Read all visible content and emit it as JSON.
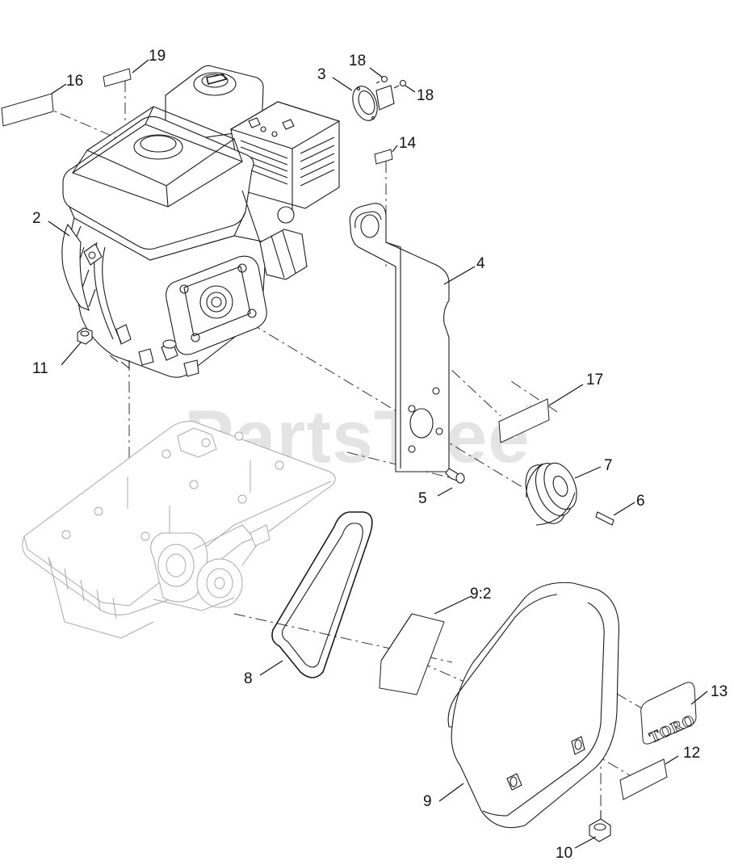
{
  "watermark": {
    "text": "PartsTree",
    "mark": "™"
  },
  "decal_13_text": "TORO",
  "callouts": [
    {
      "id": "c1",
      "text": "19"
    },
    {
      "id": "c2",
      "text": "16"
    },
    {
      "id": "c3",
      "text": "18"
    },
    {
      "id": "c4",
      "text": "3"
    },
    {
      "id": "c5",
      "text": "18"
    },
    {
      "id": "c6",
      "text": "14"
    },
    {
      "id": "c7",
      "text": "2"
    },
    {
      "id": "c8",
      "text": "4"
    },
    {
      "id": "c9",
      "text": "11"
    },
    {
      "id": "c10",
      "text": "17"
    },
    {
      "id": "c11",
      "text": "7"
    },
    {
      "id": "c12",
      "text": "5"
    },
    {
      "id": "c13",
      "text": "6"
    },
    {
      "id": "c14",
      "text": "9:2"
    },
    {
      "id": "c15",
      "text": "8"
    },
    {
      "id": "c16",
      "text": "13"
    },
    {
      "id": "c17",
      "text": "12"
    },
    {
      "id": "c18",
      "text": "9"
    },
    {
      "id": "c19",
      "text": "10"
    }
  ]
}
